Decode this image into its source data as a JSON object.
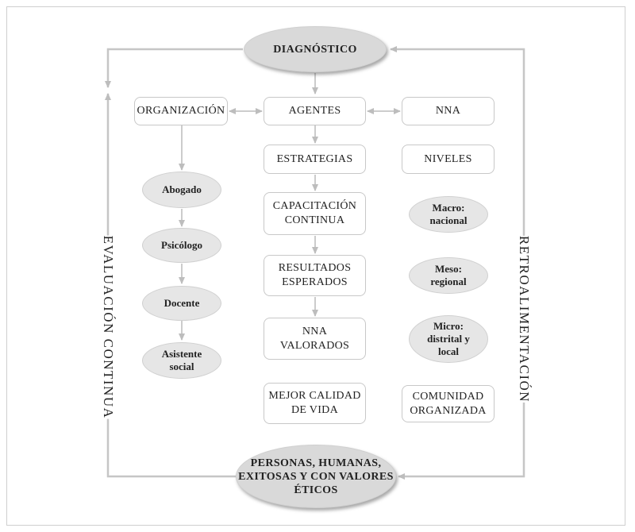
{
  "diagram": {
    "top_node": "DIAGNÓSTICO",
    "bottom_node": "PERSONAS, HUMANAS,\nEXITOSAS Y CON VALORES\nÉTICOS",
    "left_side_label": "EVALUACIÓN CONTINUA",
    "right_side_label": "RETROALIMENTACIÓN",
    "left_column": {
      "header": "ORGANIZACIÓN",
      "roles": [
        "Abogado",
        "Psicólogo",
        "Docente",
        "Asistente\nsocial"
      ]
    },
    "center_column": {
      "header": "AGENTES",
      "steps": [
        "ESTRATEGIAS",
        "CAPACITACIÓN\nCONTINUA",
        "RESULTADOS\nESPERADOS",
        "NNA\nVALORADOS",
        "MEJOR CALIDAD\nDE VIDA"
      ]
    },
    "right_column": {
      "header": "NNA",
      "levels_title": "NIVELES",
      "levels": [
        "Macro:\nnacional",
        "Meso:\nregional",
        "Micro:\ndistrital y\nlocal"
      ],
      "footer": "COMUNIDAD\nORGANIZADA"
    }
  }
}
